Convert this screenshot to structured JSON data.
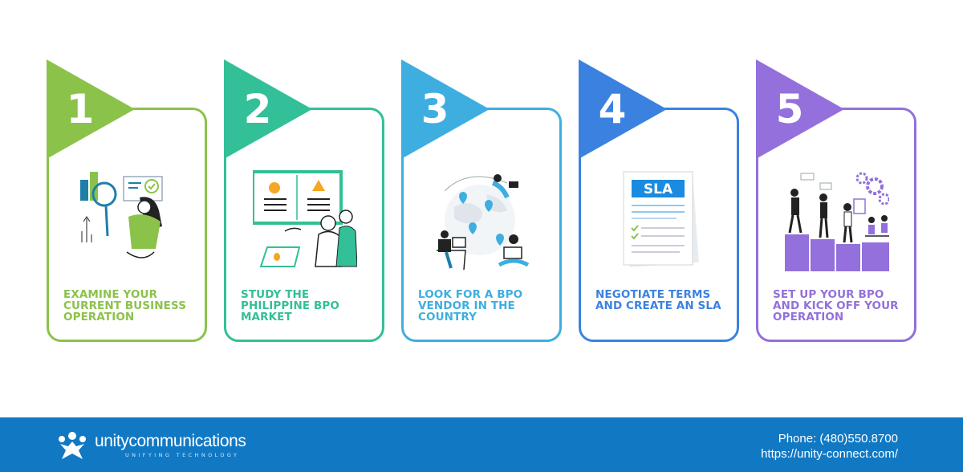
{
  "steps": [
    {
      "number": "1",
      "label": "Examine your current business operation",
      "color": "#8bc34a",
      "illustration": "magnifier-woman-illustration"
    },
    {
      "number": "2",
      "label": "Study the Philippine BPO market",
      "color": "#33bf97",
      "illustration": "presentation-board-illustration"
    },
    {
      "number": "3",
      "label": "Look for a BPO vendor in the country",
      "color": "#3eaee0",
      "illustration": "globe-remote-workers-illustration"
    },
    {
      "number": "4",
      "label": "Negotiate terms and create an SLA",
      "color": "#3b82e0",
      "illustration": "sla-document-illustration"
    },
    {
      "number": "5",
      "label": "Set up your BPO and kick off your operation",
      "color": "#9370db",
      "illustration": "team-setup-illustration"
    }
  ],
  "illustrations": {
    "sla_title": "SLA"
  },
  "footer": {
    "brand": "unitycommunications",
    "tagline": "UNIFYING TECHNOLOGY",
    "phone": "Phone: (480)550.8700",
    "website": "https://unity-connect.com/",
    "background_color": "#1179c4"
  }
}
